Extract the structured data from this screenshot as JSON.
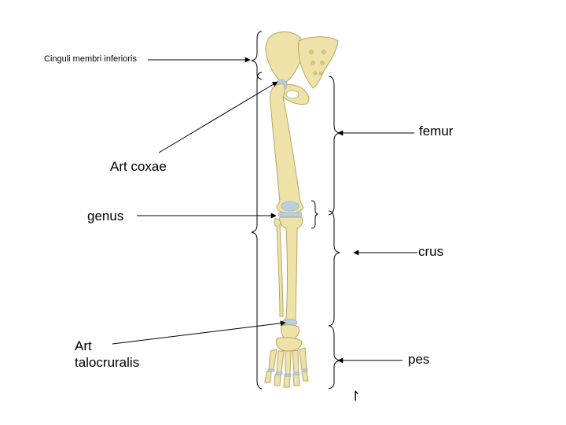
{
  "labels": {
    "cinguli": "Cinguli membri inferioris",
    "art_coxae": "Art coxae",
    "genus": "genus",
    "art_talo_1": "Art",
    "art_talo_2": "talocruralis",
    "femur": "femur",
    "crus": "crus",
    "pes": "pes",
    "stray_mark": "↾"
  },
  "colors": {
    "bone": "#efe2a8",
    "bone_edge": "#b6a563",
    "bone_shade": "#d9c783",
    "cartilage": "#b9cfe0",
    "line": "#000000"
  }
}
